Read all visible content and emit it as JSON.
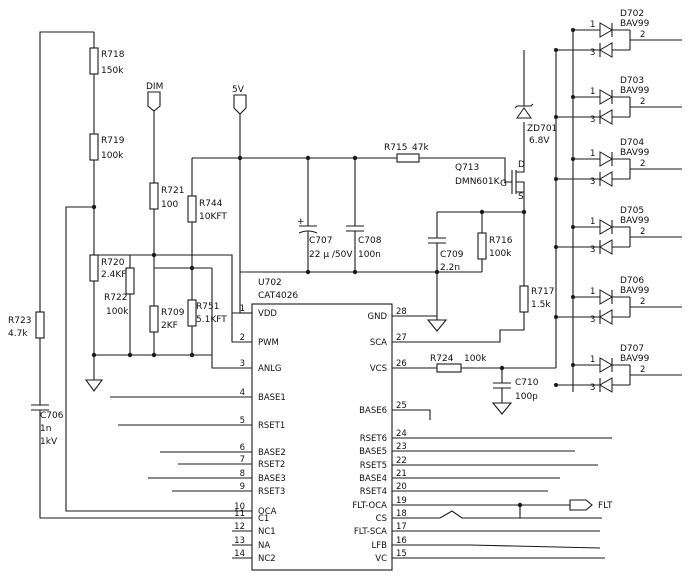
{
  "nets": {
    "dim": "DIM",
    "v5": "5V",
    "flt": "FLT"
  },
  "ic": {
    "ref": "U702",
    "part": "CAT4026",
    "left_pins": [
      {
        "num": "1",
        "name": "VDD"
      },
      {
        "num": "2",
        "name": "PWM"
      },
      {
        "num": "3",
        "name": "ANLG"
      },
      {
        "num": "4",
        "name": "BASE1"
      },
      {
        "num": "5",
        "name": "RSET1"
      },
      {
        "num": "6",
        "name": "BASE2"
      },
      {
        "num": "7",
        "name": "RSET2"
      },
      {
        "num": "8",
        "name": "BASE3"
      },
      {
        "num": "9",
        "name": "RSET3"
      },
      {
        "num": "10",
        "name": "OCA"
      },
      {
        "num": "11",
        "name": "C1"
      },
      {
        "num": "12",
        "name": "NC1"
      },
      {
        "num": "13",
        "name": "NA"
      },
      {
        "num": "14",
        "name": "NC2"
      }
    ],
    "right_pins": [
      {
        "num": "28",
        "name": "GND"
      },
      {
        "num": "27",
        "name": "SCA"
      },
      {
        "num": "26",
        "name": "VCS"
      },
      {
        "num": "25",
        "name": "BASE6"
      },
      {
        "num": "24",
        "name": "RSET6"
      },
      {
        "num": "23",
        "name": "BASE5"
      },
      {
        "num": "22",
        "name": "RSET5"
      },
      {
        "num": "21",
        "name": "BASE4"
      },
      {
        "num": "20",
        "name": "RSET4"
      },
      {
        "num": "19",
        "name": "FLT-OCA"
      },
      {
        "num": "18",
        "name": "CS"
      },
      {
        "num": "17",
        "name": "FLT-SCA"
      },
      {
        "num": "16",
        "name": "LFB"
      },
      {
        "num": "15",
        "name": "VC"
      }
    ]
  },
  "resistors": [
    {
      "ref": "R718",
      "value": "150k"
    },
    {
      "ref": "R719",
      "value": "100k"
    },
    {
      "ref": "R720",
      "value": "2.4KF"
    },
    {
      "ref": "R721",
      "value": "100"
    },
    {
      "ref": "R722",
      "value": "100k"
    },
    {
      "ref": "R709",
      "value": "2KF"
    },
    {
      "ref": "R744",
      "value": "10KFT"
    },
    {
      "ref": "R751",
      "value": "5.1KFT"
    },
    {
      "ref": "R723",
      "value": "4.7k"
    },
    {
      "ref": "R715",
      "value": "47k"
    },
    {
      "ref": "R716",
      "value": "100k"
    },
    {
      "ref": "R717",
      "value": "1.5k"
    },
    {
      "ref": "R724",
      "value": "100k"
    }
  ],
  "capacitors": [
    {
      "ref": "C706",
      "value": "1n",
      "rating": "1kV"
    },
    {
      "ref": "C707",
      "value": "22 μ /50V",
      "polarity": "+"
    },
    {
      "ref": "C708",
      "value": "100n"
    },
    {
      "ref": "C709",
      "value": "2.2n"
    },
    {
      "ref": "C710",
      "value": "100p"
    }
  ],
  "zener": {
    "ref": "ZD701",
    "value": "6.8V"
  },
  "mosfet": {
    "ref": "Q713",
    "part": "DMN601K",
    "pins": [
      "D",
      "G",
      "S"
    ]
  },
  "diodes": [
    {
      "ref": "D702",
      "part": "BAV99"
    },
    {
      "ref": "D703",
      "part": "BAV99"
    },
    {
      "ref": "D704",
      "part": "BAV99"
    },
    {
      "ref": "D705",
      "part": "BAV99"
    },
    {
      "ref": "D706",
      "part": "BAV99"
    },
    {
      "ref": "D707",
      "part": "BAV99"
    }
  ],
  "diode_pins": {
    "a": "1",
    "b": "2",
    "c": "3"
  }
}
